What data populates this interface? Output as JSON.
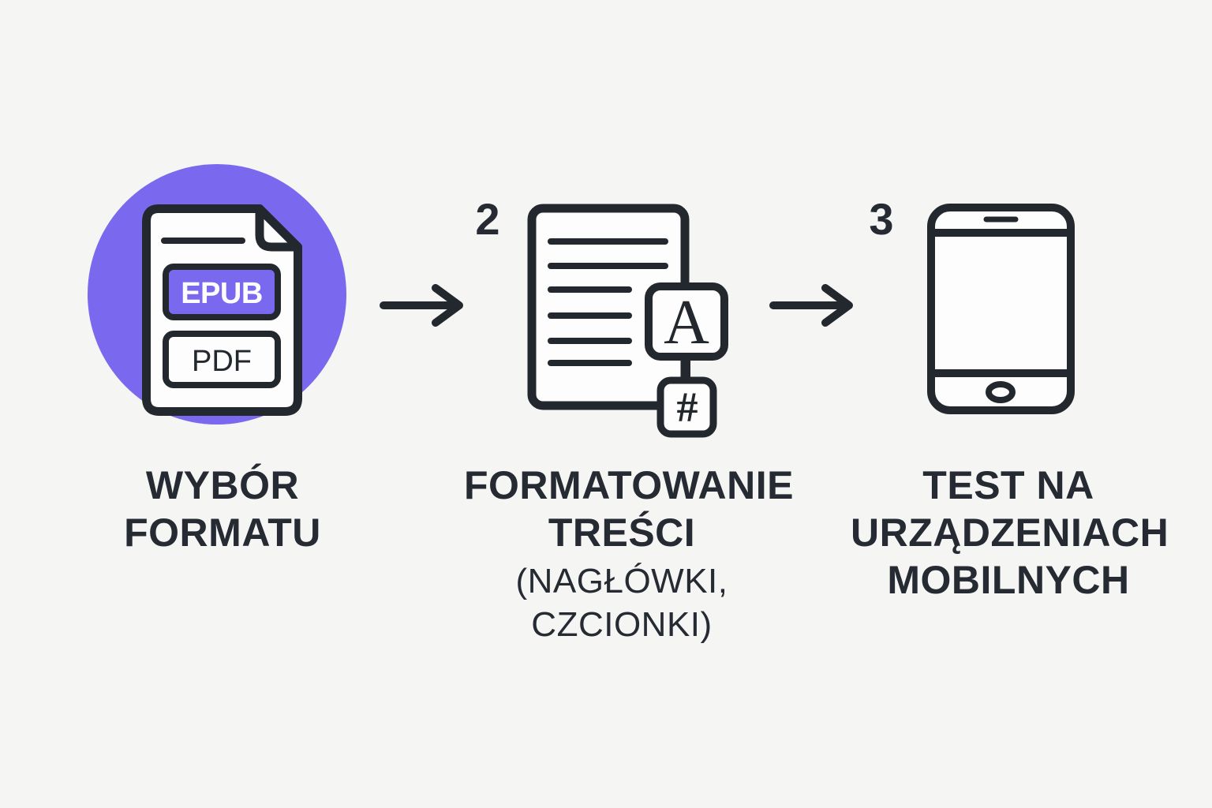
{
  "colors": {
    "background": "#f5f5f3",
    "accent_purple": "#7a69ee",
    "stroke_dark": "#23272e",
    "text_dark": "#262b33",
    "white": "#fdfdfd"
  },
  "steps": [
    {
      "icon": "epub-pdf-file-icon",
      "file_badges": {
        "top": "EPUB",
        "bottom": "PDF"
      },
      "title_lines": [
        "WYBÓR",
        "FORMATU"
      ],
      "subtitle_lines": []
    },
    {
      "number": "2",
      "icon": "document-typography-icon",
      "glyphs": {
        "letter": "A",
        "hash": "#"
      },
      "title_lines": [
        "FORMATOWANIE",
        "TREŚCI"
      ],
      "subtitle_lines": [
        "(NAGŁÓWKI,",
        "CZCIONKI)"
      ]
    },
    {
      "number": "3",
      "icon": "smartphone-icon",
      "title_lines": [
        "TEST NA",
        "URZĄDZENIACH",
        "MOBILNYCH"
      ],
      "subtitle_lines": []
    }
  ]
}
